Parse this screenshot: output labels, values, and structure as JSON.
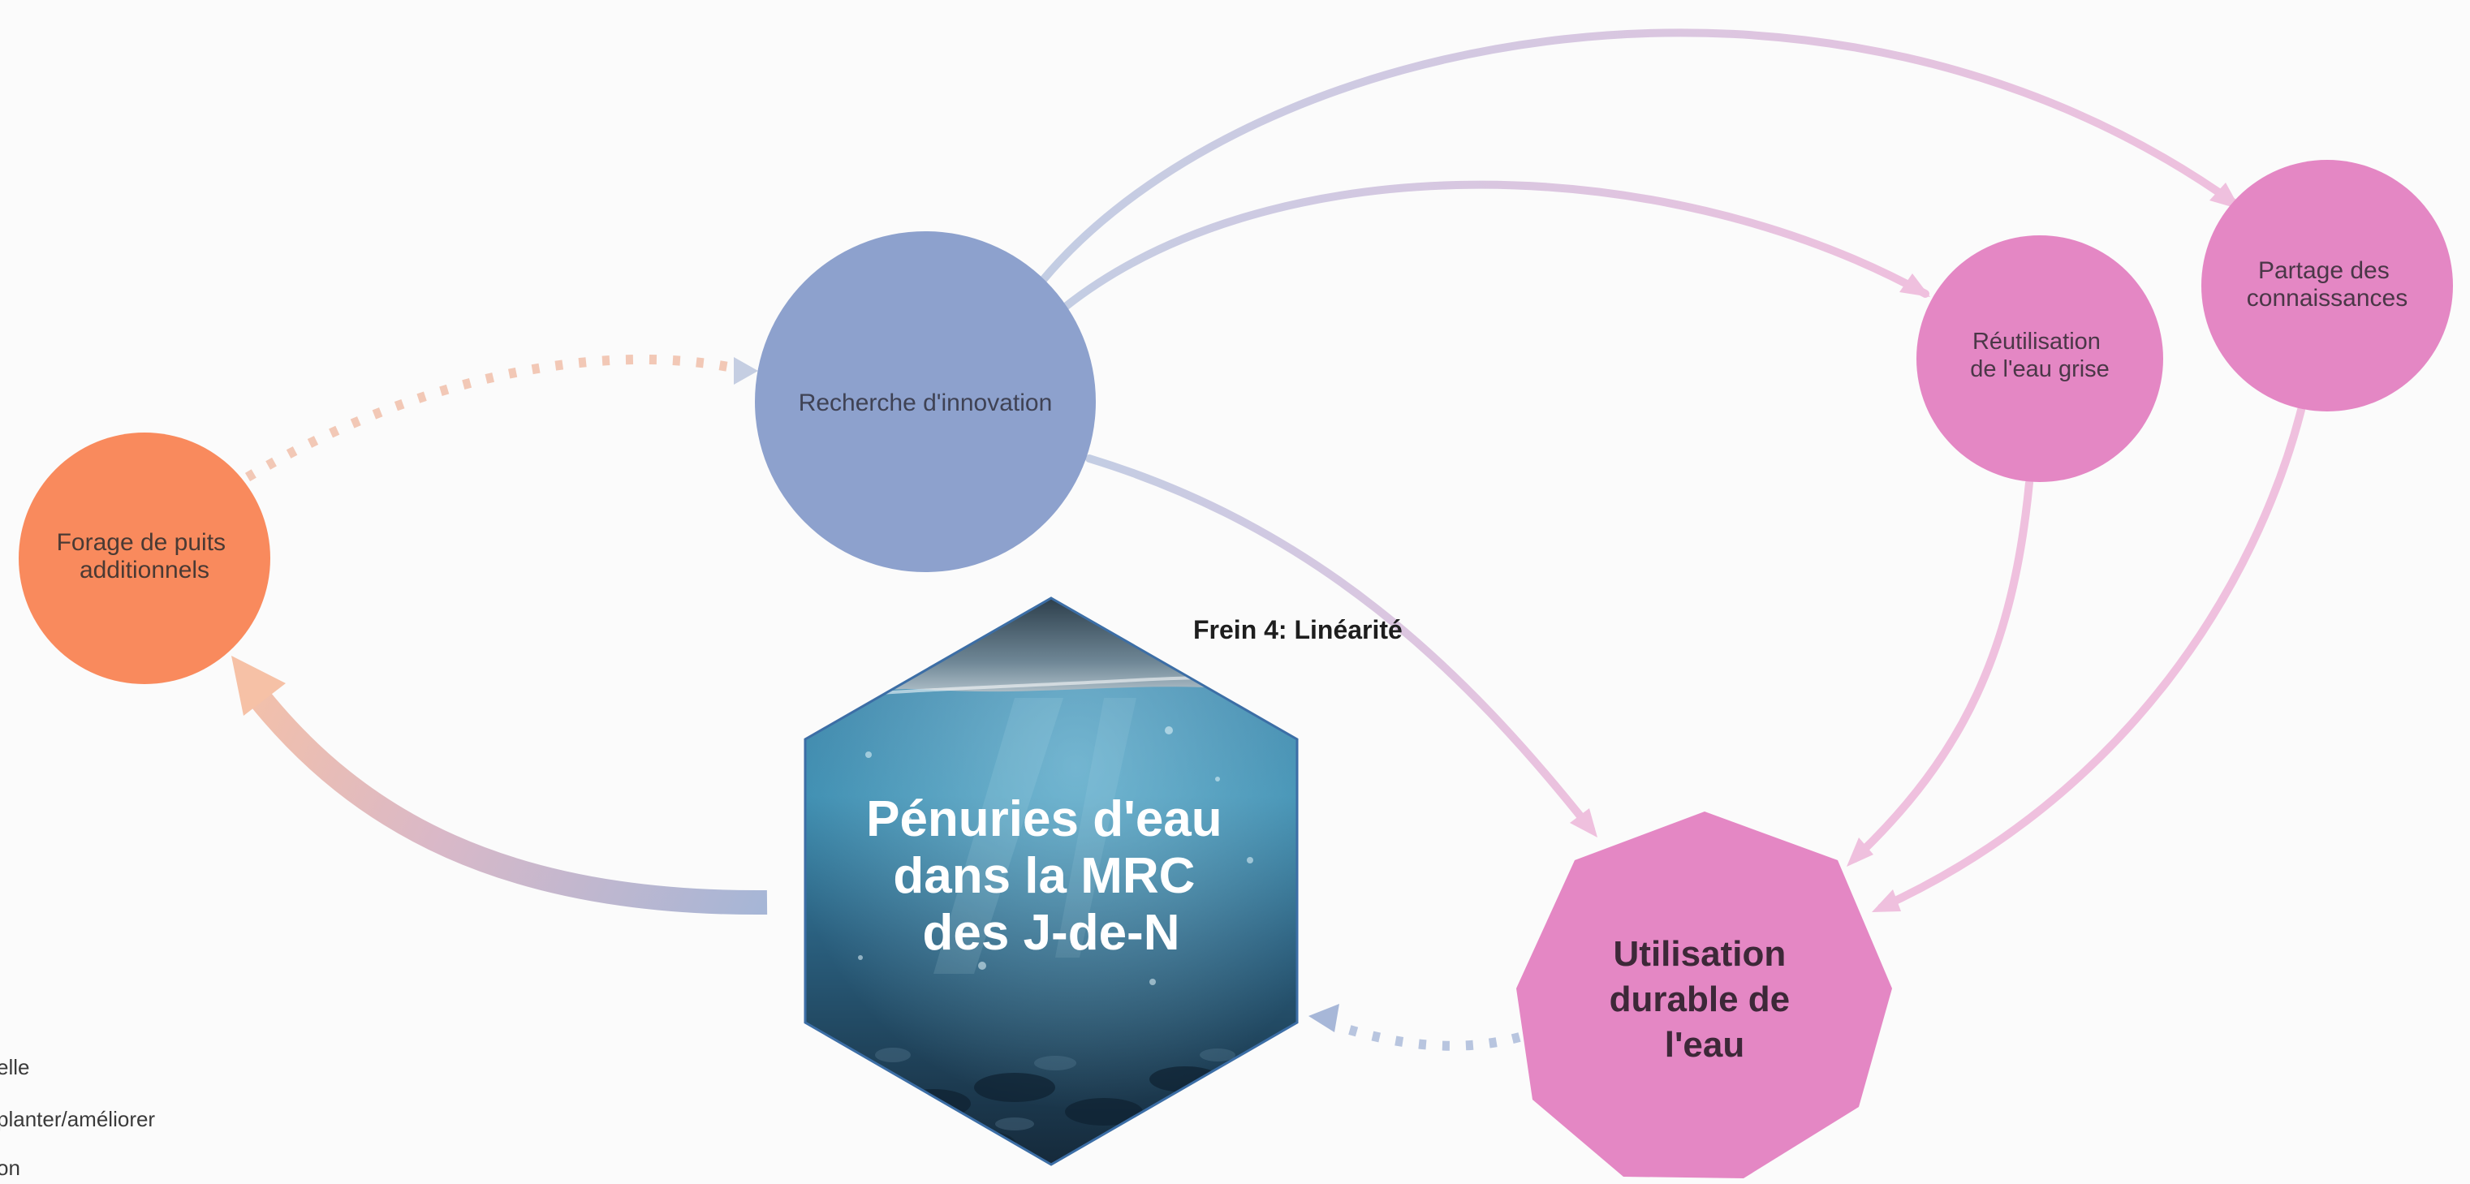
{
  "colors": {
    "background": "#fbfbfb",
    "orange": "#f98a5d",
    "blue": "#8da1cd",
    "pink": "#e487c4",
    "pink_light": "#efc3e0",
    "text_dark": "#3a3a3a"
  },
  "nodes": {
    "forage": {
      "label_lines": [
        "Forage de puits",
        "additionnels"
      ],
      "shape": "circle",
      "color": "orange"
    },
    "recherche": {
      "label_lines": [
        "Recherche d'innovation"
      ],
      "shape": "circle",
      "color": "blue"
    },
    "reutilisation": {
      "label_lines": [
        "Réutilisation",
        "de l'eau grise"
      ],
      "shape": "circle",
      "color": "pink"
    },
    "partage": {
      "label_lines": [
        "Partage des",
        "connaissances"
      ],
      "shape": "circle",
      "color": "pink"
    },
    "penuries": {
      "label_lines": [
        "Pénuries d'eau",
        "dans la MRC",
        "des J-de-N"
      ],
      "shape": "hexagon",
      "image": "underwater-photo"
    },
    "utilisation": {
      "label_lines": [
        "Utilisation",
        "durable de",
        "l'eau"
      ],
      "shape": "octagon",
      "color": "pink"
    }
  },
  "annotations": {
    "frein": "Frein 4: Linéarité"
  },
  "legend": {
    "lines": [
      "elle",
      "planter/améliorer",
      "on"
    ]
  }
}
